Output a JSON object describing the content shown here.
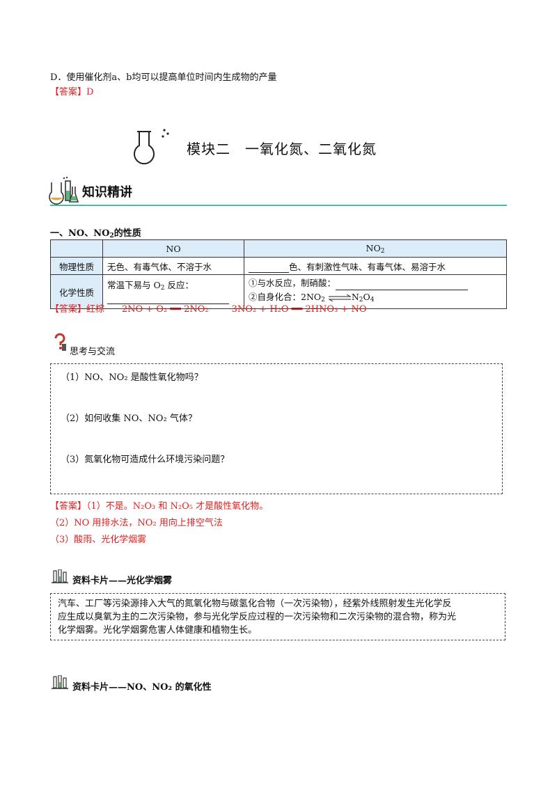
{
  "top": {
    "option_d": "D．使用催化剂a、b均可以提高单位时间内生成物的产量",
    "answer_label": "【答案】",
    "answer_value": "D"
  },
  "module": {
    "title": "模块二　一氧化氮、二氧化氮",
    "section": "知识精讲"
  },
  "props": {
    "heading_prefix": "一、NO、NO",
    "heading_sub": "2",
    "heading_suffix": "的性质",
    "col_no": "NO",
    "col_no2": "NO",
    "col_no2_sub": "2",
    "row1_label": "物理性质",
    "row1_no": "无色、有毒气体、不溶于水",
    "row1_no2": "色、有刺激性气味、有毒气体、易溶于水",
    "row2_label": "化学性质",
    "row2_no_a": "常温下易与 O",
    "row2_no_sub": "2",
    "row2_no_b": " 反应：",
    "row2_no2_a": "①与水反应，制硝酸：",
    "row2_no2_b1": "②自身化合：2NO",
    "row2_no2_b1_sub": "2",
    "row2_no2_b2": "N",
    "row2_no2_b2_sub1": "2",
    "row2_no2_b2_mid": "O",
    "row2_no2_b2_sub2": "4"
  },
  "props_answer": {
    "label": "【答案】",
    "color": "红棕",
    "eq1": "2NO + O₂ ══ 2NO₂",
    "eq2": "3NO₂ + H₂O ══ 2HNO₃ + NO"
  },
  "think": {
    "title": "思考与交流",
    "q1": "（1）NO、NO₂ 是酸性氧化物吗？",
    "q2": "（2）如何收集 NO、NO₂ 气体？",
    "q3": "（3）氮氧化物可造成什么环境污染问题？"
  },
  "think_answer": {
    "label": "【答案】",
    "a1": "（1）不是。N₂O₃ 和 N₂O₅ 才是酸性氧化物。",
    "a2": "（2）NO 用排水法，NO₂ 用向上排空气法",
    "a3": "（3）酸雨、光化学烟雾"
  },
  "card1": {
    "title": "资料卡片——光化学烟雾",
    "line1": "汽车、工厂等污染源排入大气的氮氧化物与碳氢化合物（一次污染物），经紫外线照射发生光化学反",
    "line2": "应生成以臭氧为主的二次污染物，参与光化学反应过程的一次污染物和二次污染物的混合物，称为光",
    "line3": "化学烟雾。光化学烟雾危害人体健康和植物生长。"
  },
  "card2": {
    "title": "资料卡片——NO、NO₂ 的氧化性"
  },
  "colors": {
    "answer_red": "#e02020",
    "table_header_bg": "#dcecf8",
    "teal_rule": "#3cc0a8",
    "icon_orange": "#e8a33d",
    "icon_green": "#5bb874"
  }
}
